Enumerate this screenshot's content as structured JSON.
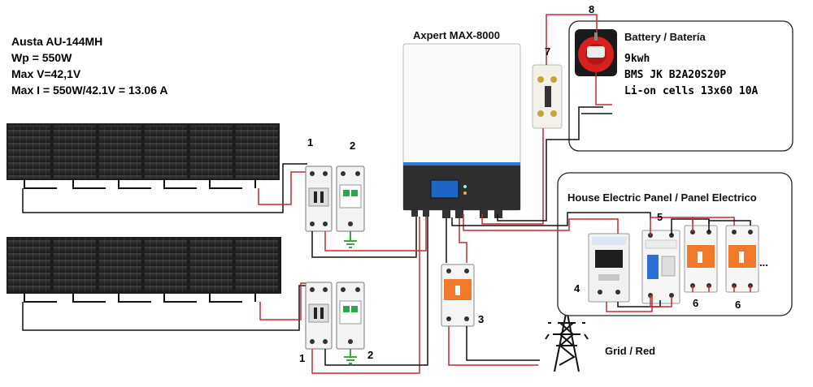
{
  "panel_spec": {
    "model": "Austa AU-144MH",
    "wp": "Wp = 550W",
    "max_v": "Max V=42,1V",
    "max_i": "Max I = 550W/42.1V = 13.06 A"
  },
  "inverter": {
    "name": "Axpert MAX-8000"
  },
  "battery": {
    "title": "Battery / Batería",
    "capacity": "9kwh",
    "bms": "BMS JK B2A20S20P",
    "cells": "Li-on cells 13x60 10A"
  },
  "house_panel": {
    "title": "House Electric Panel / Panel Electrico"
  },
  "grid": {
    "label": "Grid / Red"
  },
  "labels": {
    "breaker_top": "1",
    "spd_top": "2",
    "breaker_bottom": "1",
    "spd_bottom": "2",
    "grid_breaker": "3",
    "meter": "4",
    "rcd": "5",
    "circuit_a": "6",
    "circuit_b": "6",
    "fuse_holder": "7",
    "battery_switch": "8",
    "more": "..."
  },
  "colors": {
    "wire_red": "#cc2a2a",
    "wire_black": "#1a1a1a",
    "ground_green": "#3aa83a",
    "breaker_orange": "#f07a2a",
    "rcd_blue": "#2a6fd6"
  }
}
